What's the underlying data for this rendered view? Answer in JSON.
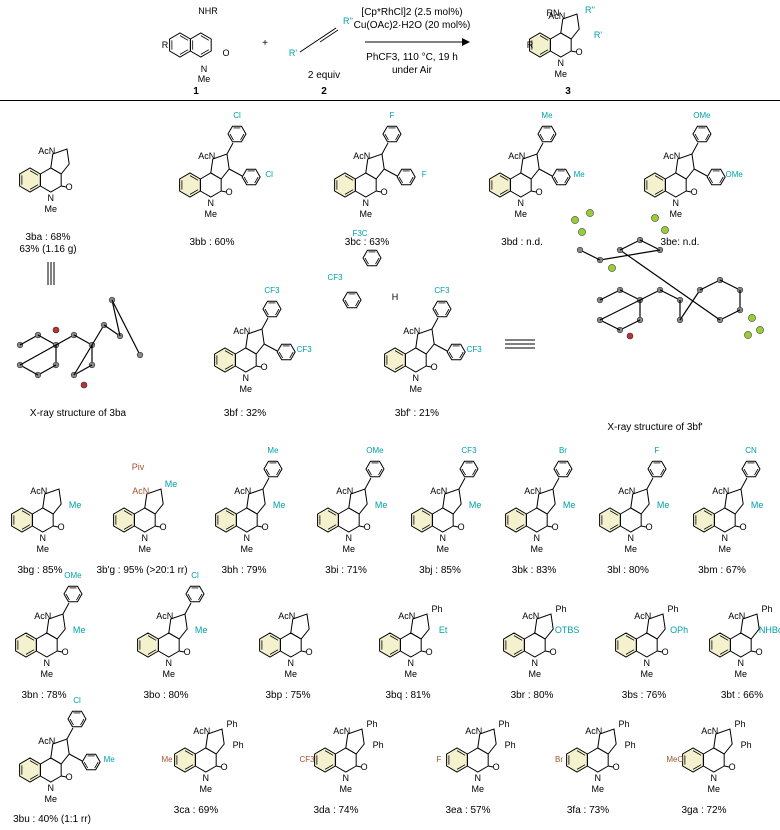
{
  "scheme": {
    "reactant1": {
      "number": "1",
      "sub": "NHR",
      "ring_sub": "R",
      "nsub": "Me"
    },
    "reactant2": {
      "number": "2",
      "equiv": "2 equiv",
      "subs": [
        "R'",
        "R''"
      ]
    },
    "product": {
      "number": "3",
      "subs": [
        "RN",
        "R''",
        "R'",
        "R"
      ],
      "nsub": "Me"
    },
    "plus": "+",
    "conditions": [
      "[Cp*RhCl]2 (2.5 mol%)",
      "Cu(OAc)2·H2O (20 mol%)",
      "PhCF3, 110 °C, 19 h",
      "under Air"
    ]
  },
  "labels": [
    {
      "id": "3ba",
      "text": "3ba : 68%",
      "extra": "63% (1.16 g)"
    },
    {
      "id": "3bb",
      "text": "3bb : 60%"
    },
    {
      "id": "3bc",
      "text": "3bc : 63%"
    },
    {
      "id": "3bd",
      "text": "3bd : n.d."
    },
    {
      "id": "3be",
      "text": "3be: n.d."
    },
    {
      "id": "3bf",
      "text": "3bf : 32%"
    },
    {
      "id": "3bf2",
      "text": "3bf' : 21%"
    },
    {
      "id": "3bg",
      "text": "3bg : 85%"
    },
    {
      "id": "3b'g",
      "text": "3b'g : 95% (>20:1 rr)"
    },
    {
      "id": "3bh",
      "text": "3bh : 79%"
    },
    {
      "id": "3bi",
      "text": "3bi : 71%"
    },
    {
      "id": "3bj",
      "text": "3bj : 85%"
    },
    {
      "id": "3bk",
      "text": "3bk : 83%"
    },
    {
      "id": "3bl",
      "text": "3bl : 80%"
    },
    {
      "id": "3bm",
      "text": "3bm : 67%"
    },
    {
      "id": "3bn",
      "text": "3bn : 78%"
    },
    {
      "id": "3bo",
      "text": "3bo : 80%"
    },
    {
      "id": "3bp",
      "text": "3bp : 75%"
    },
    {
      "id": "3bq",
      "text": "3bq : 81%"
    },
    {
      "id": "3br",
      "text": "3br : 80%"
    },
    {
      "id": "3bs",
      "text": "3bs : 76%"
    },
    {
      "id": "3bt",
      "text": "3bt : 66%"
    },
    {
      "id": "3bu",
      "text": "3bu : 40% (1:1 rr)"
    },
    {
      "id": "3ca",
      "text": "3ca : 69%"
    },
    {
      "id": "3da",
      "text": "3da : 74%"
    },
    {
      "id": "3ea",
      "text": "3ea : 57%"
    },
    {
      "id": "3fa",
      "text": "3fa : 73%"
    },
    {
      "id": "3ga",
      "text": "3ga : 72%"
    }
  ],
  "xray": {
    "ba": "X-ray structure of 3ba",
    "bf": "X-ray structure of 3bf'"
  },
  "substituents": {
    "Cl": "Cl",
    "F": "F",
    "Me": "Me",
    "OMe": "OMe",
    "CF3": "CF3",
    "F3C": "F3C",
    "Br": "Br",
    "CN": "CN",
    "Piv": "Piv",
    "Et": "Et",
    "OTBS": "OTBS",
    "OPh": "OPh",
    "NHBoc": "NHBoc",
    "Ph": "Ph",
    "MeO": "MeO",
    "AcN": "AcN",
    "NMe": "Me",
    "O": "O",
    "H": "H"
  },
  "colors": {
    "teal": "#00a0a8",
    "brown": "#a0522d",
    "ring_fill": "#f4f1cf",
    "bond": "#000000"
  }
}
